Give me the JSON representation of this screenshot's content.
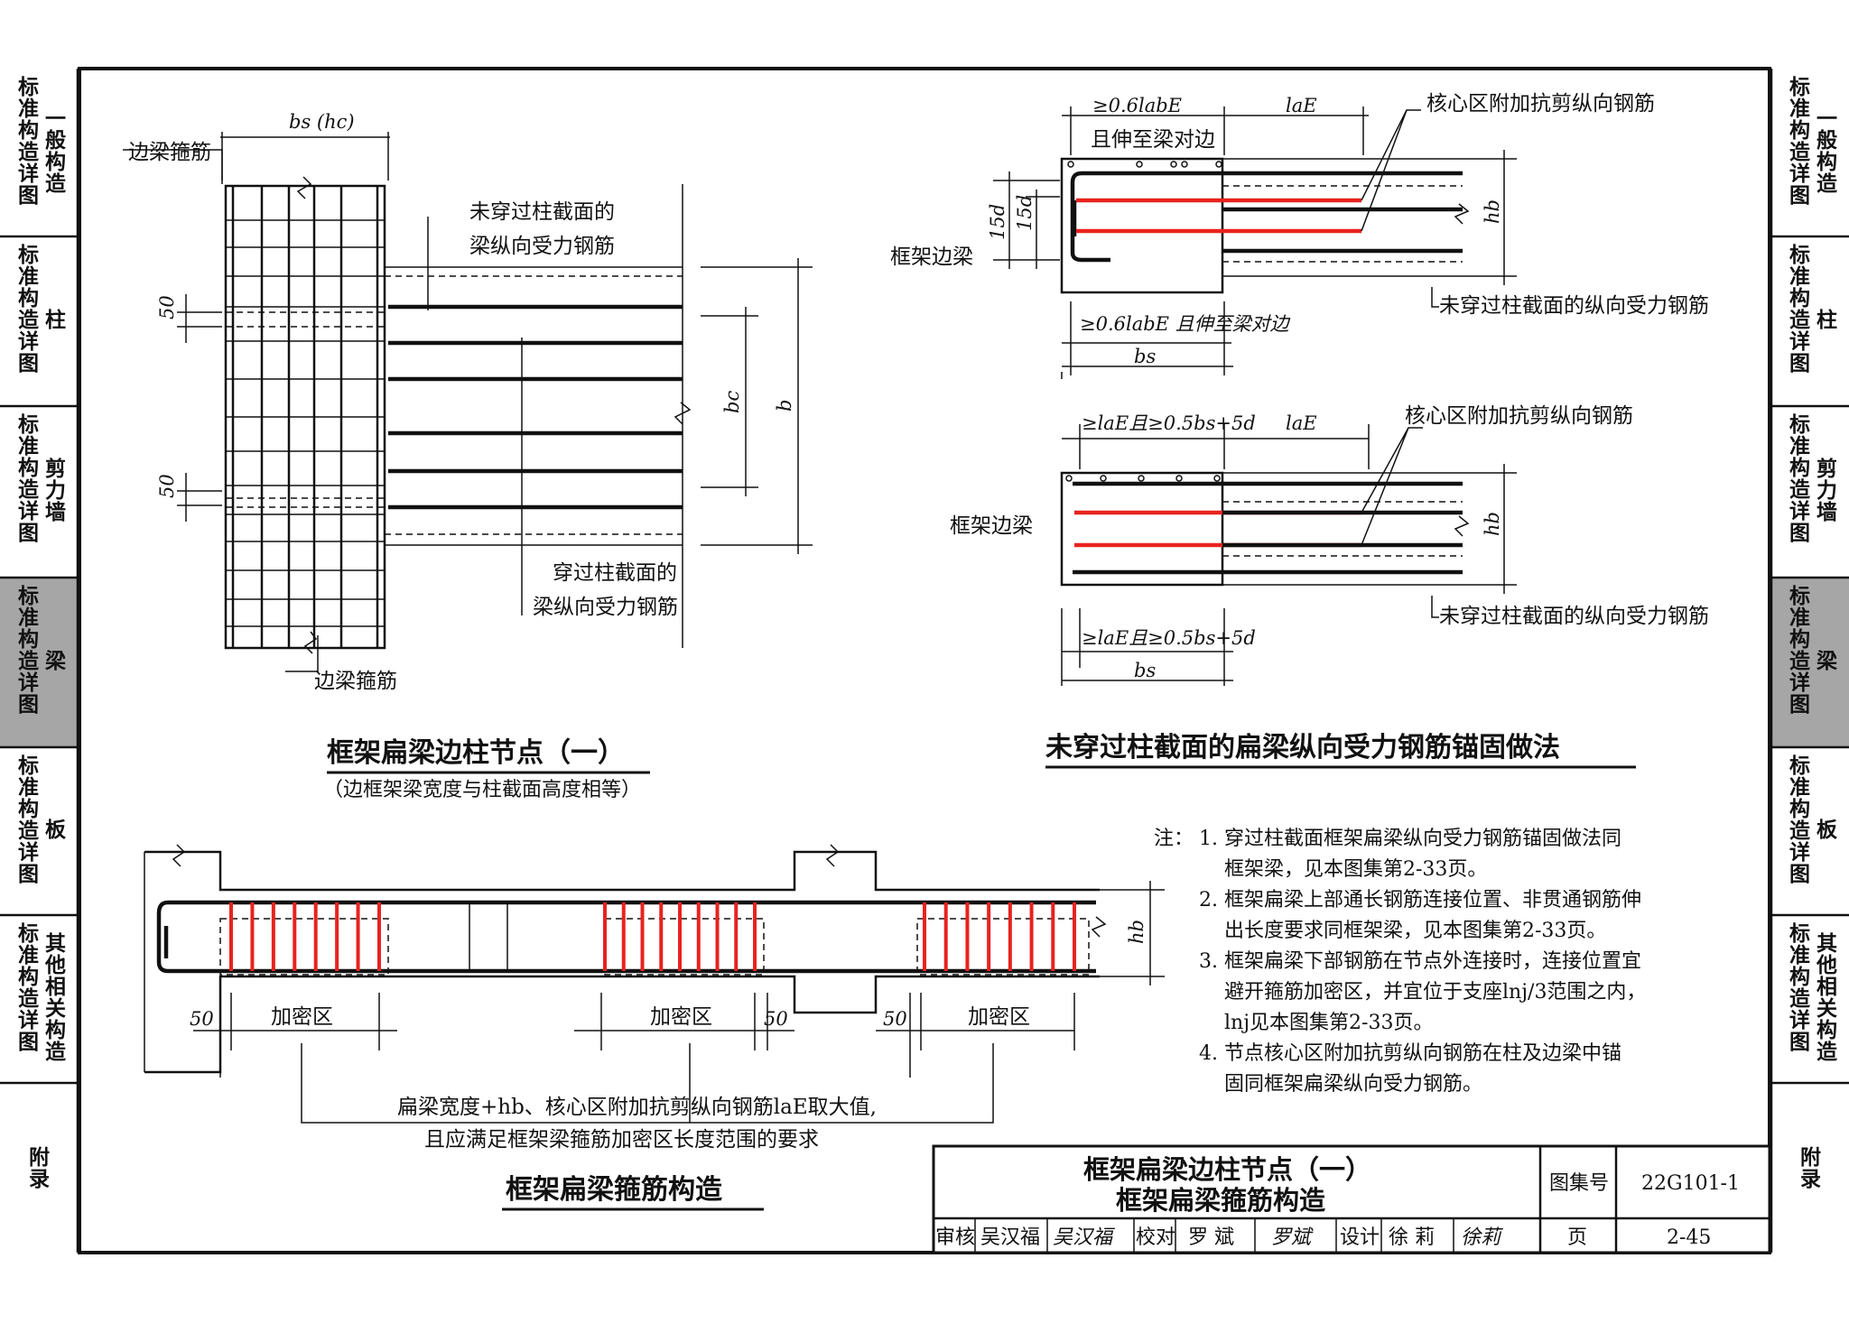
{
  "sidebar_left": [
    {
      "main": "标准构造详图",
      "sub": "一般构造"
    },
    {
      "main": "标准构造详图",
      "sub": "柱"
    },
    {
      "main": "标准构造详图",
      "sub": "剪力墙"
    },
    {
      "main": "标准构造详图",
      "sub": "梁",
      "active": true
    },
    {
      "main": "标准构造详图",
      "sub": "板"
    },
    {
      "main": "标准构造详图",
      "sub": "其他相关构造"
    },
    {
      "main": "附录",
      "sub": ""
    }
  ],
  "sidebar_right": [
    {
      "main": "标准构造详图",
      "sub": "一般构造"
    },
    {
      "main": "标准构造详图",
      "sub": "柱"
    },
    {
      "main": "标准构造详图",
      "sub": "剪力墙"
    },
    {
      "main": "标准构造详图",
      "sub": "梁",
      "active": true
    },
    {
      "main": "标准构造详图",
      "sub": "板"
    },
    {
      "main": "标准构造详图",
      "sub": "其他相关构造"
    },
    {
      "main": "附录",
      "sub": ""
    }
  ],
  "colors": {
    "rebar_red": "#e8231f",
    "active_tab": "#a6a6a6",
    "ink": "#111111"
  },
  "fig1": {
    "title": "框架扁梁边柱节点（一）",
    "subtitle": "（边框架梁宽度与柱截面高度相等）",
    "dim_top": "bs (hc)",
    "label_edge_stirrup_top": "边梁箍筋",
    "label_not_through_1": "未穿过柱截面的",
    "label_not_through_2": "梁纵向受力钢筋",
    "label_through_1": "穿过柱截面的",
    "label_through_2": "梁纵向受力钢筋",
    "label_edge_stirrup_bottom": "边梁箍筋",
    "dim_50_a": "50",
    "dim_50_b": "50",
    "dim_bc": "bc",
    "dim_b": "b"
  },
  "fig2": {
    "title": "未穿过柱截面的扁梁纵向受力钢筋锚固做法",
    "a": {
      "dim_top_1": "≥0.6labE",
      "dim_top_2": "laE",
      "dim_top_note": "且伸至梁对边",
      "label_core": "核心区附加抗剪纵向钢筋",
      "label_edge_beam": "框架边梁",
      "label_not_through": "未穿过柱截面的纵向受力钢筋",
      "dim_15d_1": "15d",
      "dim_15d_2": "15d",
      "dim_hb": "hb",
      "dim_bottom_1": "≥0.6labE 且伸至梁对边",
      "dim_bs": "bs"
    },
    "b": {
      "dim_top_1": "≥laE且≥0.5bs+5d",
      "dim_top_2": "laE",
      "label_core": "核心区附加抗剪纵向钢筋",
      "label_edge_beam": "框架边梁",
      "label_not_through": "未穿过柱截面的纵向受力钢筋",
      "dim_hb": "hb",
      "dim_bottom_1": "≥laE且≥0.5bs+5d",
      "dim_bs": "bs"
    }
  },
  "fig3": {
    "title": "框架扁梁箍筋构造",
    "dense_zone_1": "加密区",
    "dense_zone_2": "加密区",
    "dense_zone_3": "加密区",
    "dim_50_1": "50",
    "dim_50_2": "50",
    "dim_50_3": "50",
    "dim_hb": "hb",
    "note_line_1": "扁梁宽度+hb、核心区附加抗剪纵向钢筋laE取大值,",
    "note_line_2": "且应满足框架梁箍筋加密区长度范围的要求"
  },
  "notes": {
    "head": "注：",
    "lines": [
      "1. 穿过柱截面框架扁梁纵向受力钢筋锚固做法同",
      "框架梁，见本图集第2-33页。",
      "2. 框架扁梁上部通长钢筋连接位置、非贯通钢筋伸",
      "出长度要求同框架梁，见本图集第2-33页。",
      "3. 框架扁梁下部钢筋在节点外连接时，连接位置宜",
      "避开箍筋加密区，并宜位于支座lnj/3范围之内，",
      "lnj见本图集第2-33页。",
      "4. 节点核心区附加抗剪纵向钢筋在柱及边梁中锚",
      "固同框架扁梁纵向受力钢筋。"
    ]
  },
  "title_block": {
    "title_1": "框架扁梁边柱节点（一）",
    "title_2": "框架扁梁箍筋构造",
    "atlas_label": "图集号",
    "atlas_no": "22G101-1",
    "review_label": "审核",
    "review_name": "吴汉福",
    "review_sig": "吴汉福",
    "check_label": "校对",
    "check_name": "罗 斌",
    "check_sig": "罗斌",
    "design_label": "设计",
    "design_name": "徐 莉",
    "design_sig": "徐莉",
    "page_label": "页",
    "page_no": "2-45"
  }
}
